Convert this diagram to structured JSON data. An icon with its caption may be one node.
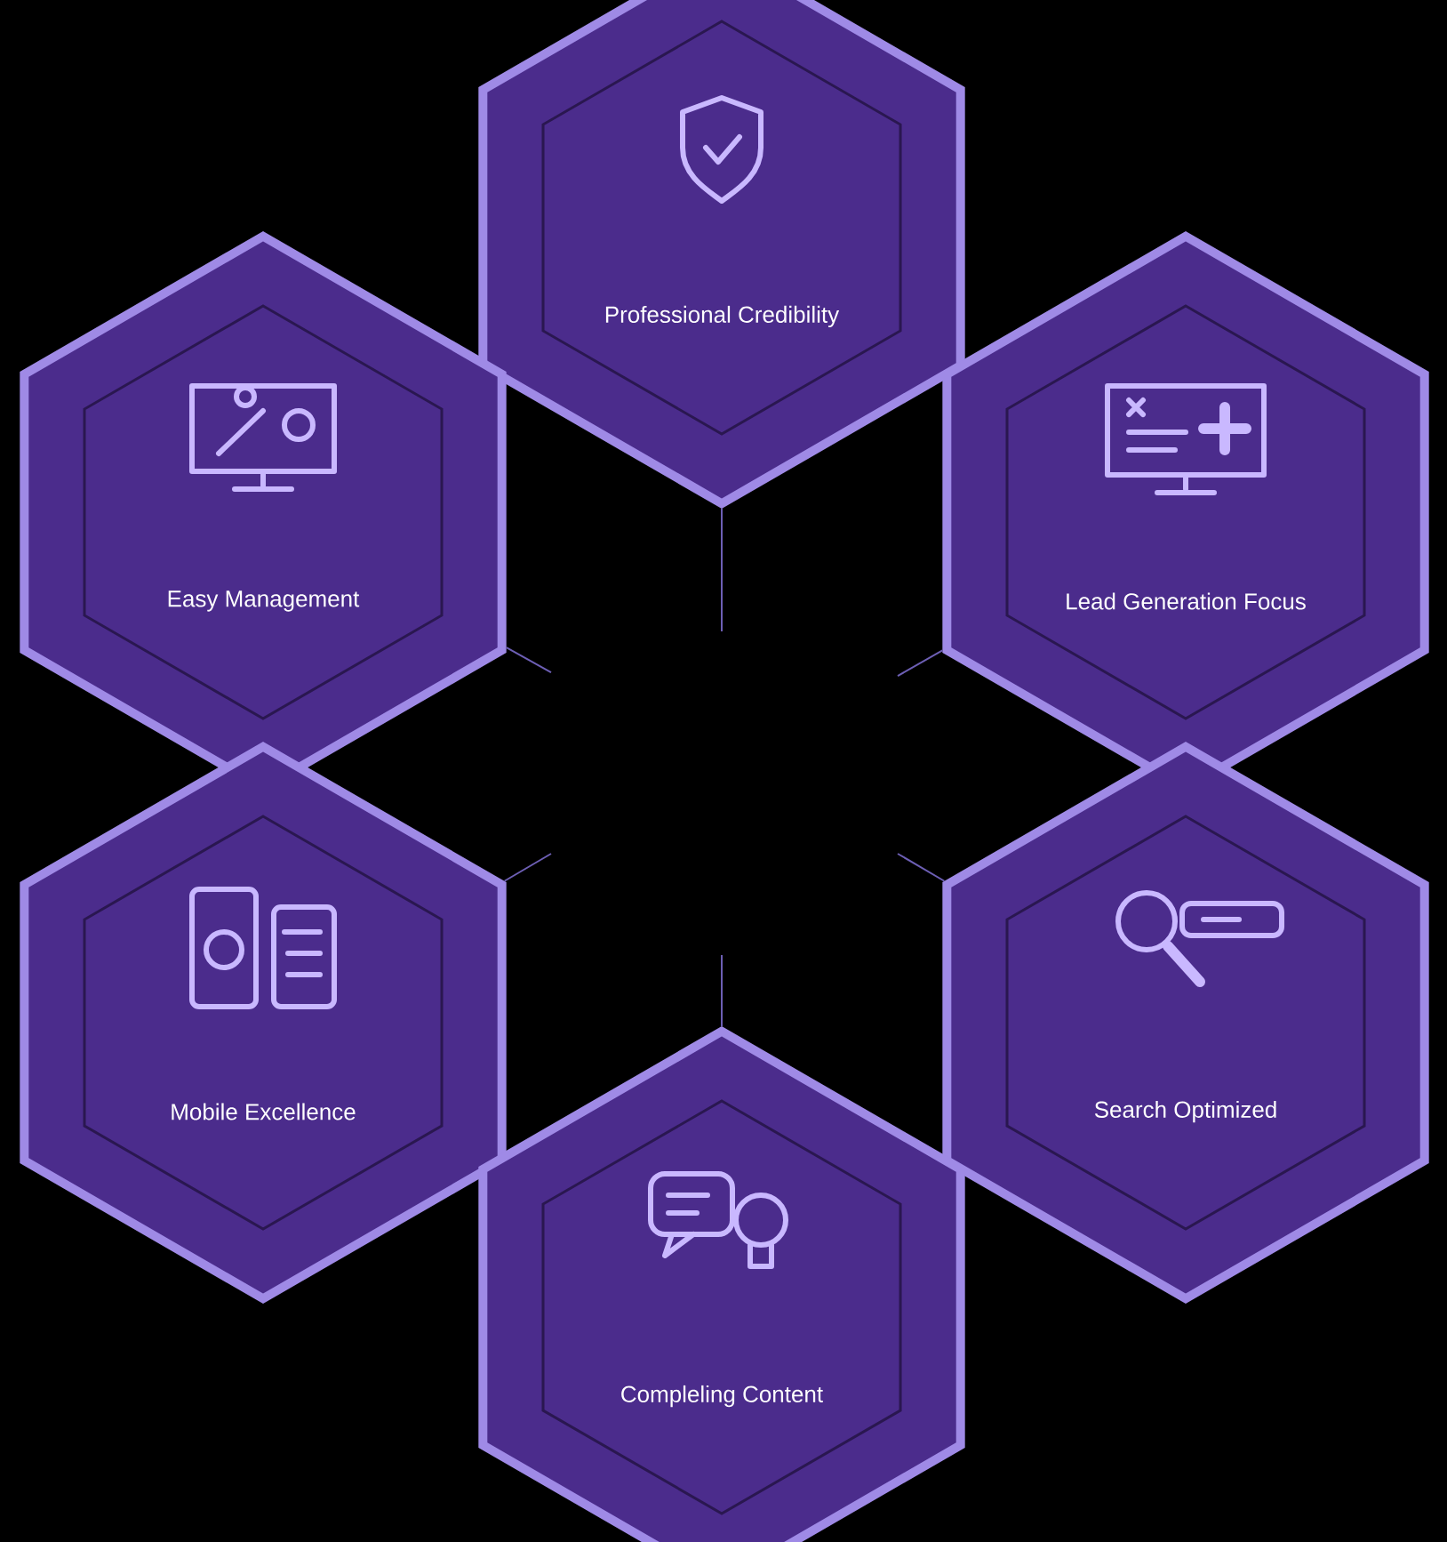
{
  "diagram": {
    "nodes": [
      {
        "text": [
          "Professional Credibility"
        ]
      },
      {
        "text": [
          "Easy Management"
        ]
      },
      {
        "text": [
          "Lead Generation Focus"
        ]
      },
      {
        "text": [
          "Mobile Excellence"
        ]
      },
      {
        "text": [
          "Search Optimized"
        ]
      },
      {
        "text": [
          "Compleling Content"
        ]
      }
    ],
    "edges": [
      {
        "from": 0,
        "to": null,
        "arrow": "none"
      },
      {
        "from": 1,
        "to": null,
        "arrow": "none"
      },
      {
        "from": 2,
        "to": null,
        "arrow": "none"
      },
      {
        "from": 3,
        "to": null,
        "arrow": "none"
      },
      {
        "from": 4,
        "to": null,
        "arrow": "none"
      },
      {
        "from": 5,
        "to": null,
        "arrow": "none"
      }
    ]
  }
}
